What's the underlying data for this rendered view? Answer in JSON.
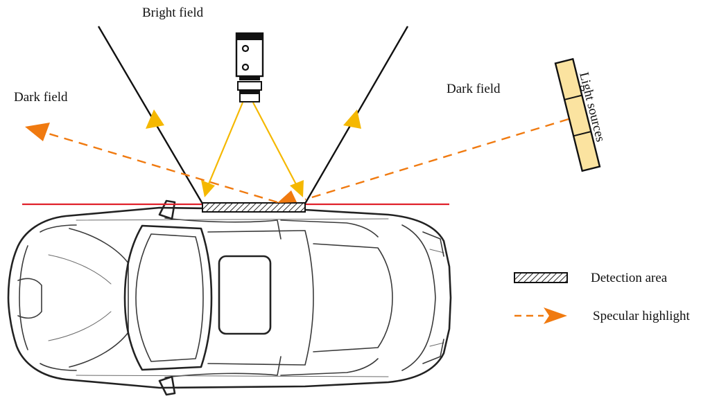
{
  "labels": {
    "bright_field": "Bright field",
    "dark_field_left": "Dark field",
    "dark_field_right": "Dark field",
    "light_sources": "Light sources"
  },
  "legend": {
    "detection_area": "Detection area",
    "specular_highlight": "Specular highlight"
  },
  "colors": {
    "surface_line": "#e0202a",
    "bright_field_ray": "#f5b800",
    "specular_ray": "#f07a10",
    "light_source_fill": "#fbe3a0",
    "boundary_line": "#111111"
  },
  "icons": {
    "camera": "camera-icon",
    "light_source": "light-source-icon"
  }
}
